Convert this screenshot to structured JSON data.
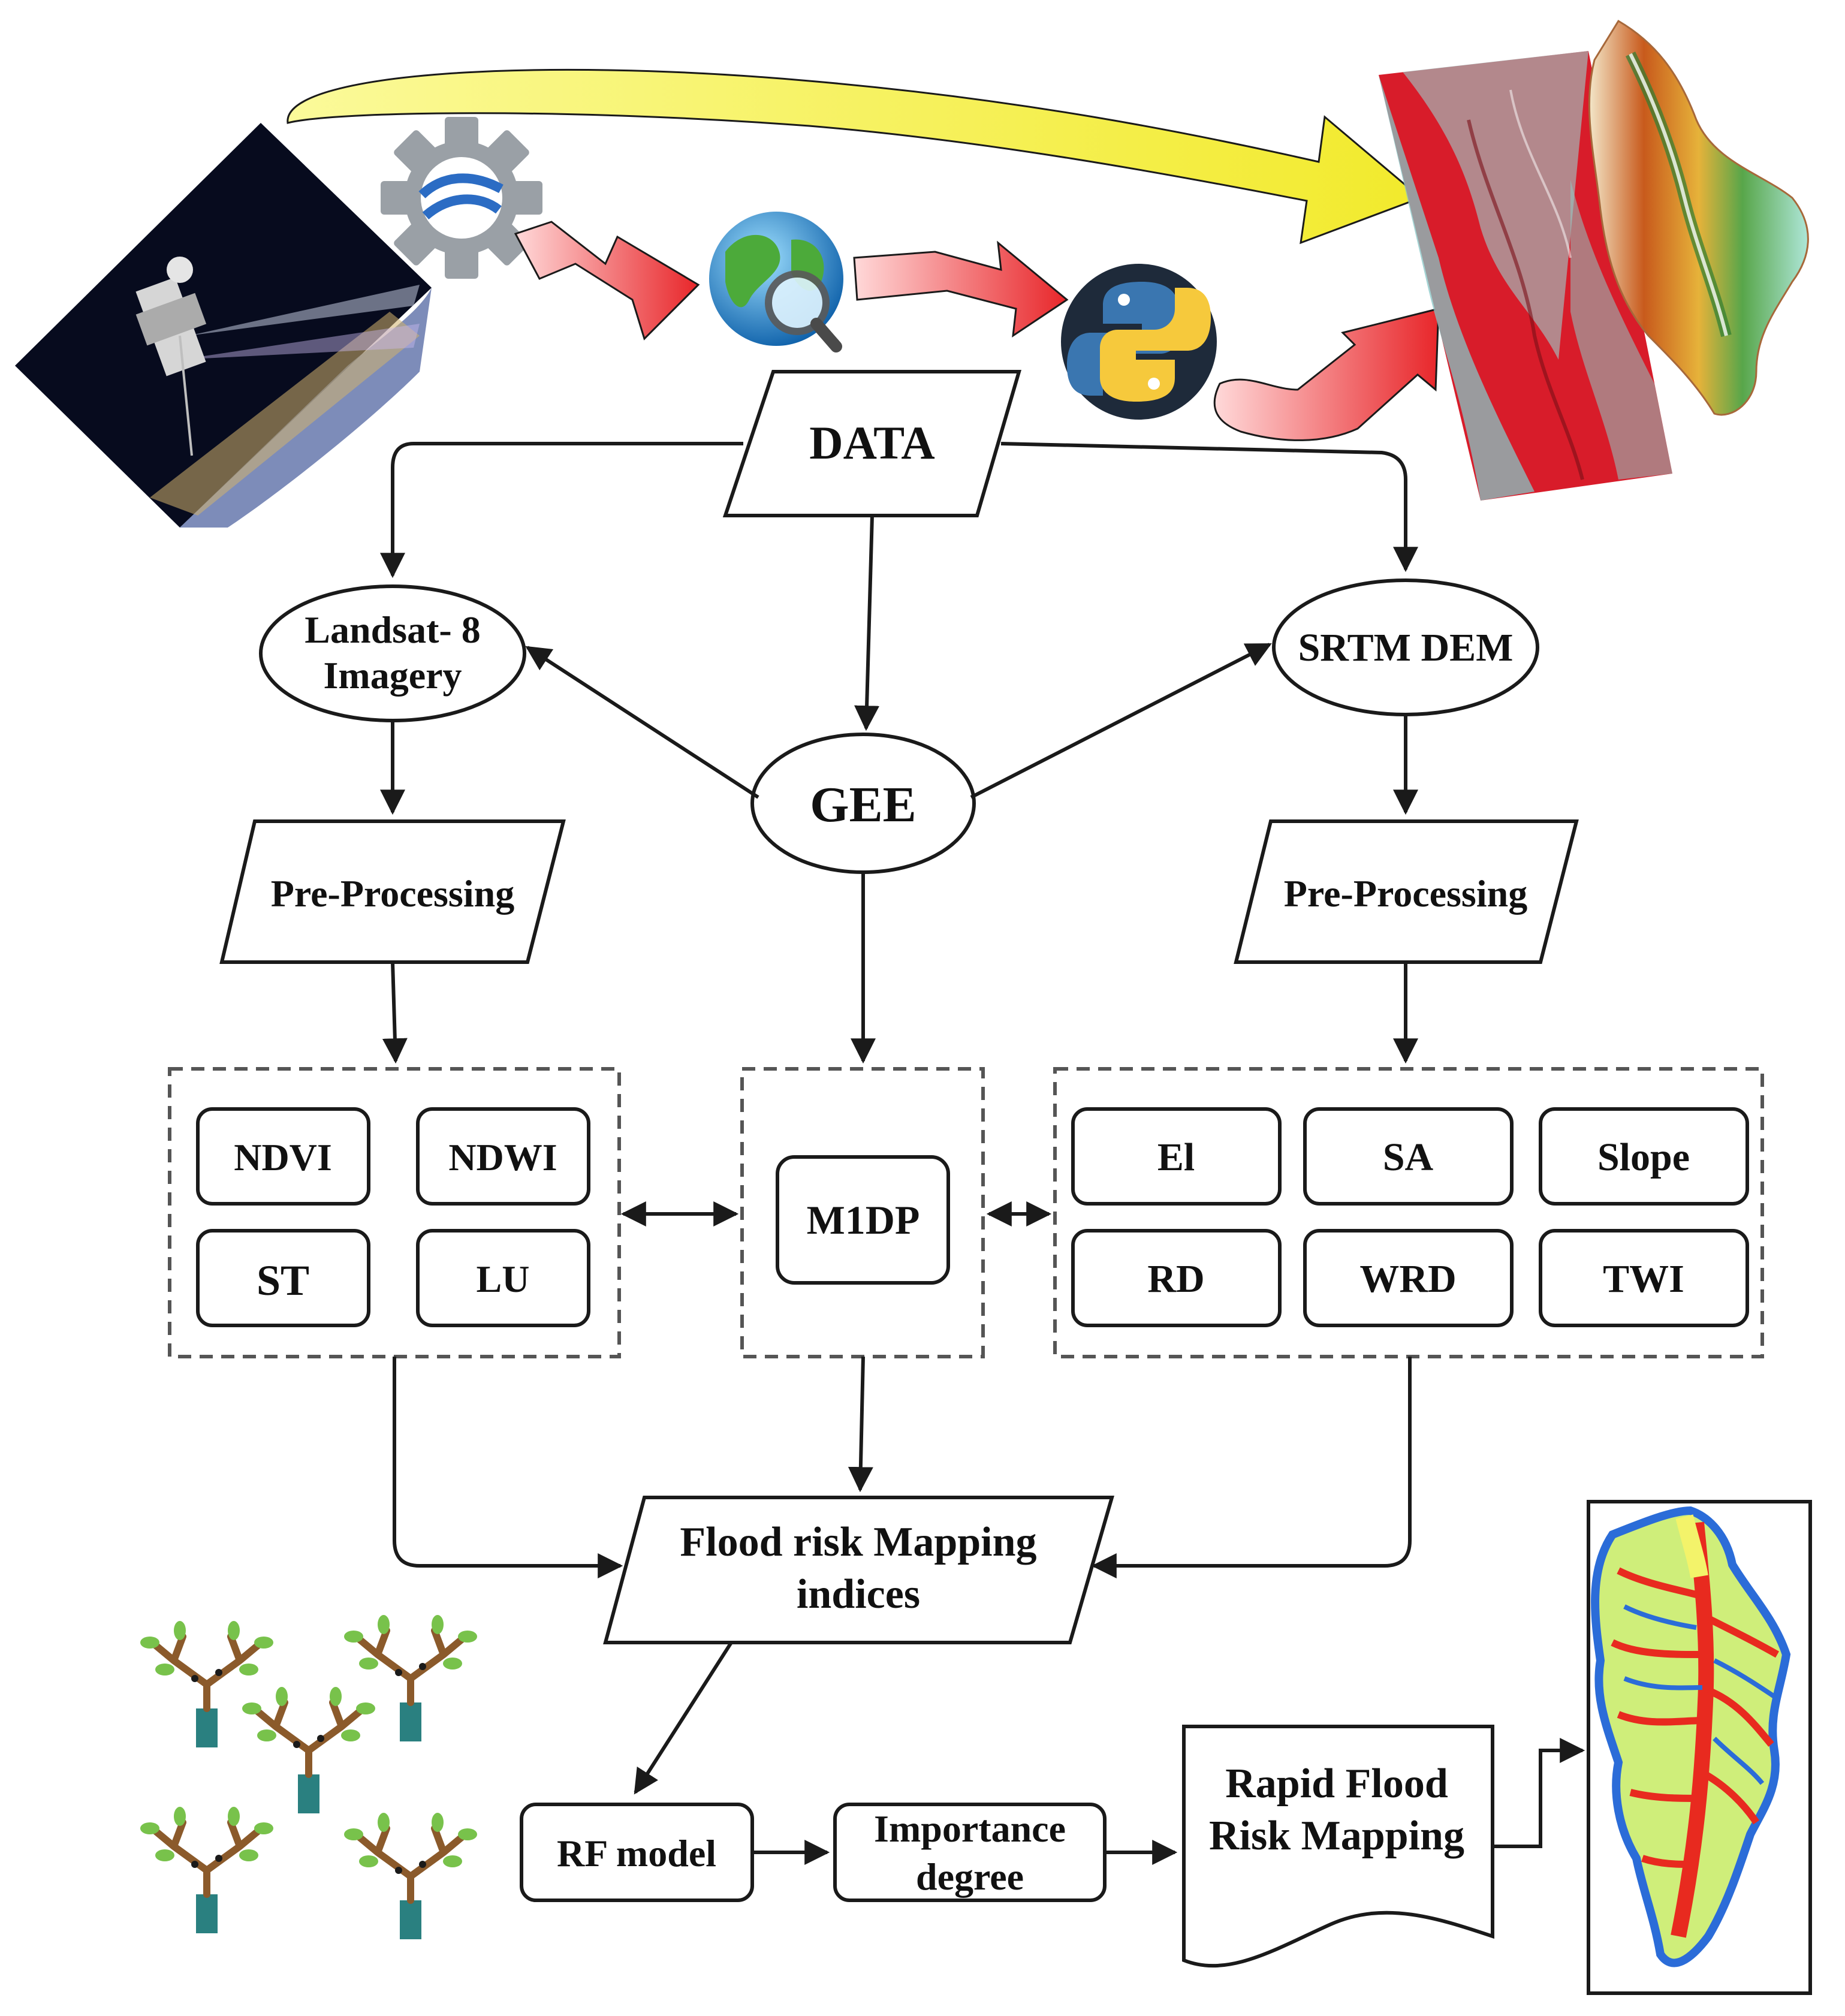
{
  "colors": {
    "stroke": "#1a1a1a",
    "yellow_arrow": "#f4f04a",
    "red_arrow": "#e8262a",
    "gee_gear": "#9aa0a6",
    "gee_blue": "#2b6cc4",
    "python_blue": "#3a76b0",
    "python_yellow": "#f6c93c",
    "landsat_red": "#d81c2a",
    "landsat_cyan": "#86c6c6"
  },
  "icons": {
    "satellite": "satellite-image",
    "gee": "gear-globe-icon",
    "globe_search": "globe-magnifier-icon",
    "python": "python-logo-icon",
    "landsat_image": "false-color-landsat-image",
    "dem_image": "dem-relief-image",
    "forest": "random-forest-trees-icon",
    "risk_map": "flood-risk-map-image"
  },
  "nodes": {
    "data": "DATA",
    "landsat_line1": "Landsat- 8",
    "landsat_line2": "Imagery",
    "srtm": "SRTM DEM",
    "gee": "GEE",
    "preproc_left": "Pre-Processing",
    "preproc_right": "Pre-Processing",
    "m1dp": "M1DP",
    "flood_line1": "Flood risk Mapping",
    "flood_line2": "indices",
    "rf_model": "RF model",
    "importance_line1": "Importance",
    "importance_line2": "degree",
    "rapid_line1": "Rapid Flood",
    "rapid_line2": "Risk Mapping"
  },
  "left_indices": [
    "NDVI",
    "NDWI",
    "ST",
    "LU"
  ],
  "right_indices": [
    "El",
    "SA",
    "Slope",
    "RD",
    "WRD",
    "TWI"
  ]
}
